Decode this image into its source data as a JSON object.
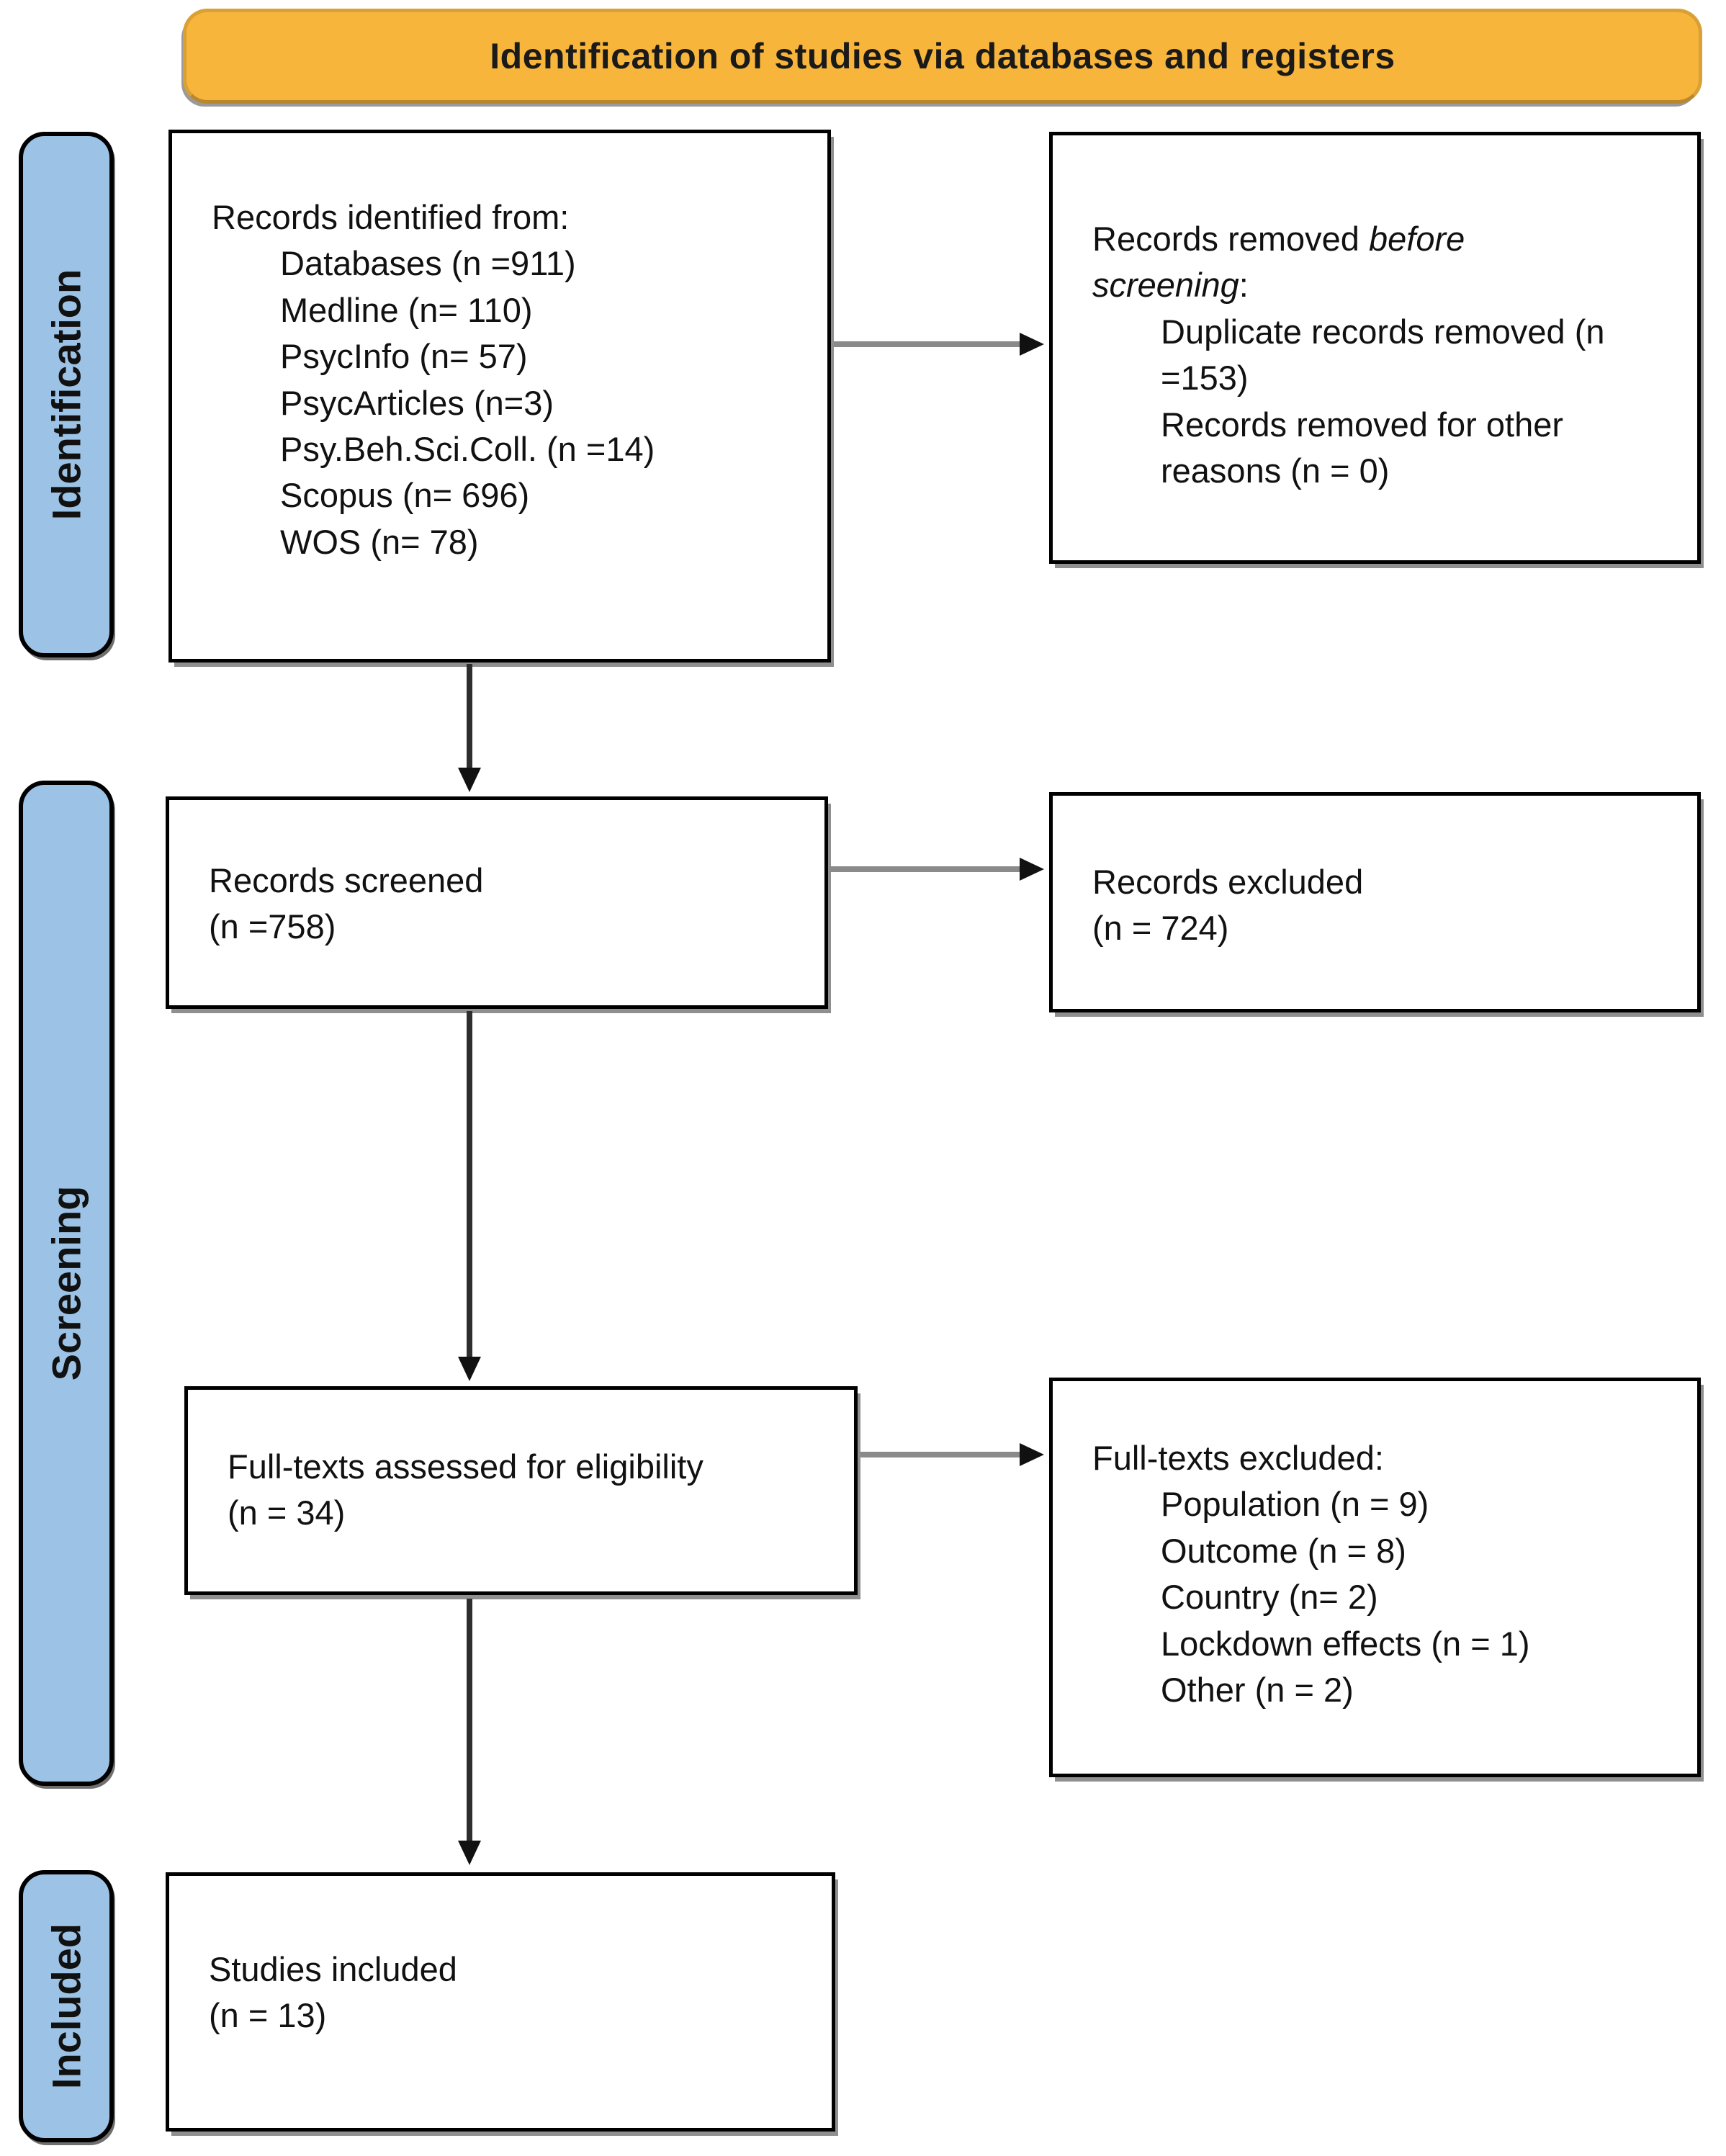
{
  "banner": {
    "title": "Identification of studies via databases and registers"
  },
  "sidebar": {
    "identification_label": "Identification",
    "screening_label": "Screening",
    "included_label": "Included"
  },
  "boxes": {
    "records_identified": {
      "header": "Records identified from:",
      "items": "Databases (n =911)\nMedline (n= 110)\nPsycInfo (n= 57)\nPsycArticles (n=3)\nPsy.Beh.Sci.Coll. (n =14)\nScopus (n= 696)\nWOS (n= 78)"
    },
    "records_removed": {
      "prefix": "Records removed ",
      "italic_line1": "before",
      "italic_line2": "screening",
      "suffix": ":",
      "items": "Duplicate records removed (n\n=153)\nRecords removed for other\nreasons (n = 0)"
    },
    "records_screened": {
      "text": "Records screened\n(n =758)"
    },
    "records_excluded": {
      "text": "Records excluded\n(n = 724)"
    },
    "fulltexts_assessed": {
      "text": "Full-texts assessed for eligibility\n(n = 34)"
    },
    "fulltexts_excluded": {
      "header": "Full-texts excluded:",
      "items": "Population (n = 9)\nOutcome (n = 8)\nCountry (n= 2)\nLockdown effects (n = 1)\nOther (n = 2)"
    },
    "studies_included": {
      "text": "Studies included\n(n = 13)"
    }
  },
  "colors": {
    "banner_fill": "#f7b53c",
    "banner_border": "#d9a035",
    "sidebar_fill": "#9cc3e5",
    "box_border": "#000000",
    "arrow_shaft_gray": "#8a8a8a",
    "arrow_shaft_dark": "#2e2e2e",
    "arrow_head": "#111111"
  }
}
